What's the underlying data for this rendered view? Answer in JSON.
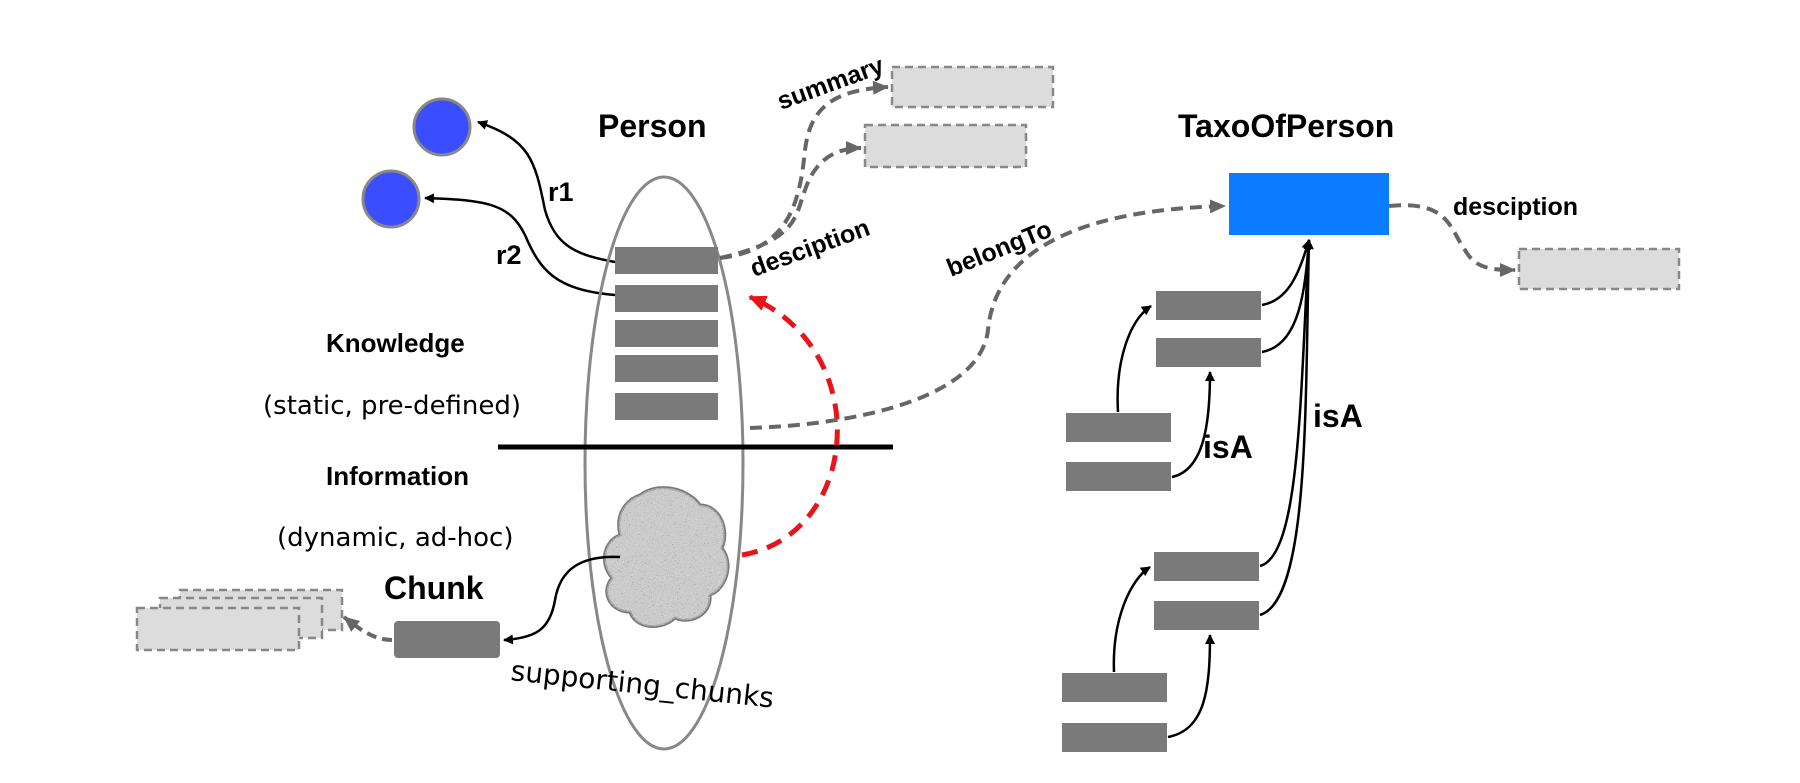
{
  "colors": {
    "node_blue": "#3a4dff",
    "taxo_blue": "#0a7cff",
    "dark_bar": "#7a7a7a",
    "light_box": "#dcdcdc",
    "dashed_gray": "#666666",
    "red_arrow": "#e8141b"
  },
  "labels": {
    "person": "Person",
    "taxo_of_person": "TaxoOfPerson",
    "r1": "r1",
    "r2": "r2",
    "summary": "summary",
    "desciption_person": "desciption",
    "belong_to": "belongTo",
    "desciption_taxo": "desciption",
    "knowledge": "Knowledge",
    "knowledge_note": "(static, pre-defined)",
    "information": "Information",
    "information_note": "(dynamic, ad-hoc)",
    "chunk": "Chunk",
    "supporting_chunks": "supporting_chunks",
    "isA_small": "isA",
    "isA_large": "isA"
  },
  "icons": {
    "information_blob": "noise-cloud-icon"
  }
}
